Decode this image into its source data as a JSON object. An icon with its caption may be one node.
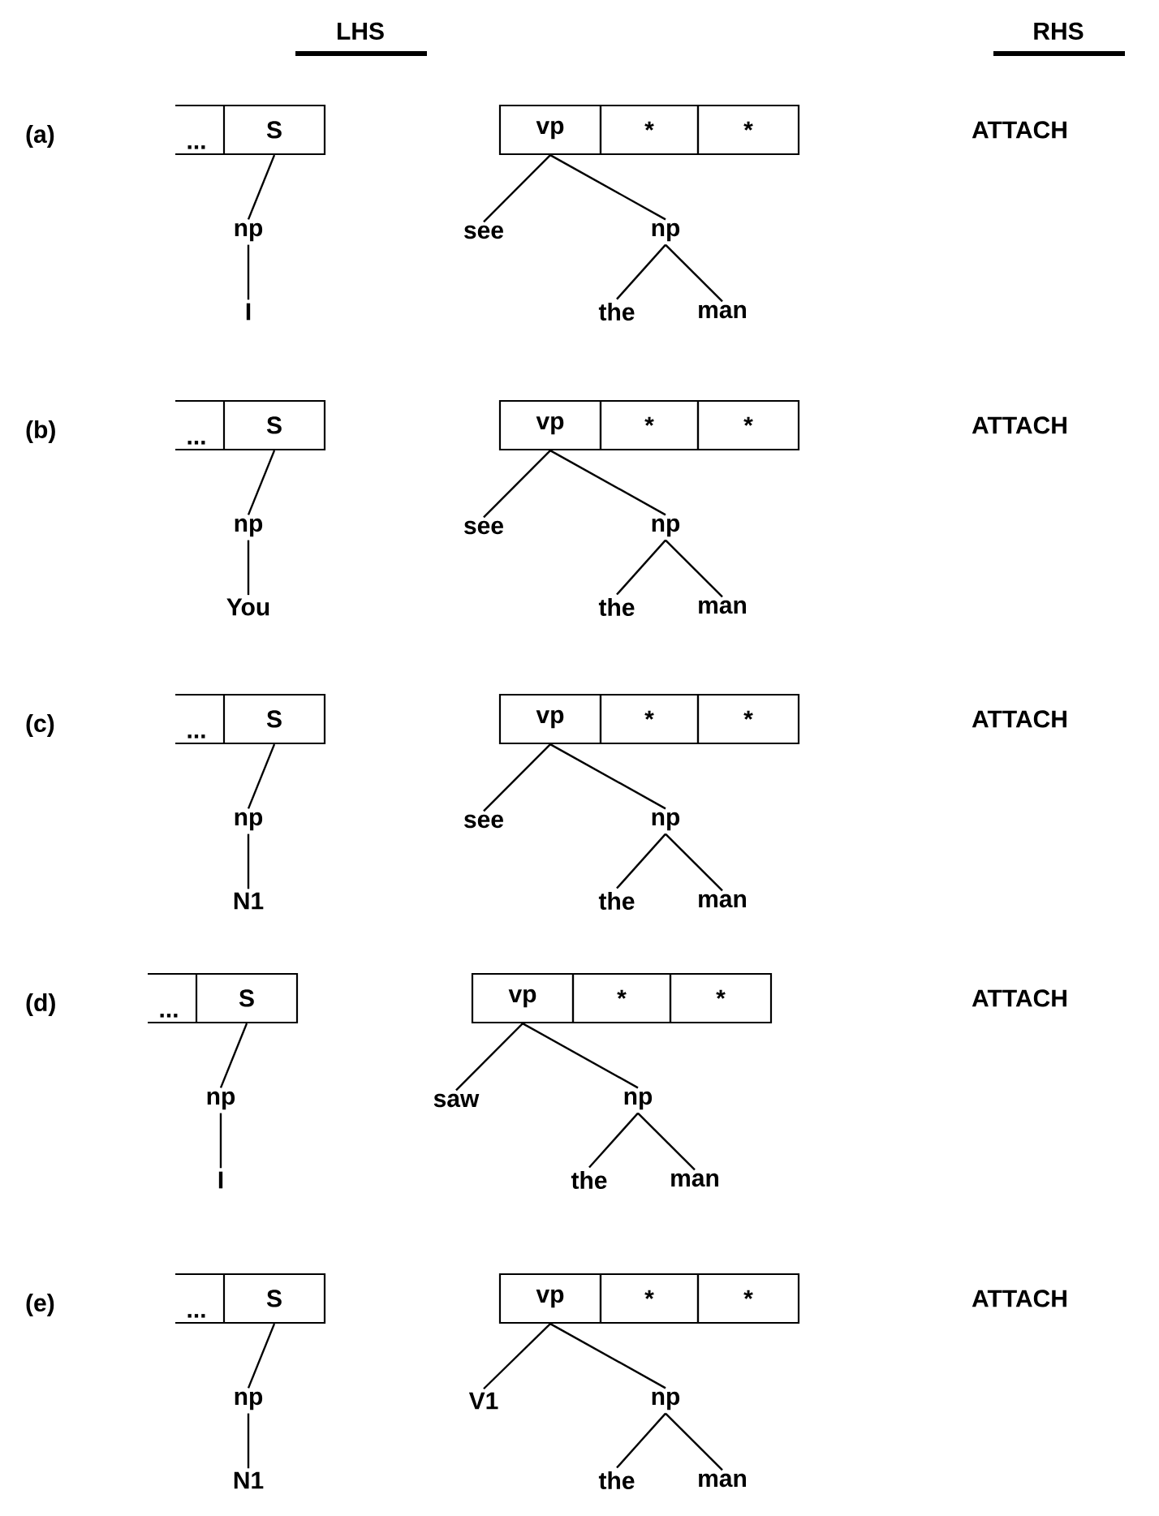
{
  "diagram": {
    "nodes": [
      {
        "text": [
          "..."
        ]
      },
      {
        "text": [
          "S"
        ]
      },
      {
        "text": [
          "np"
        ]
      },
      {
        "text": [
          "I"
        ]
      },
      {
        "text": [
          "vp"
        ]
      },
      {
        "text": [
          "*"
        ]
      },
      {
        "text": [
          "*"
        ]
      },
      {
        "text": [
          "see"
        ]
      },
      {
        "text": [
          "np"
        ]
      },
      {
        "text": [
          "the"
        ]
      },
      {
        "text": [
          "man"
        ]
      },
      {
        "text": [
          "..."
        ]
      },
      {
        "text": [
          "S"
        ]
      },
      {
        "text": [
          "np"
        ]
      },
      {
        "text": [
          "You"
        ]
      },
      {
        "text": [
          "vp"
        ]
      },
      {
        "text": [
          "*"
        ]
      },
      {
        "text": [
          "*"
        ]
      },
      {
        "text": [
          "see"
        ]
      },
      {
        "text": [
          "np"
        ]
      },
      {
        "text": [
          "the"
        ]
      },
      {
        "text": [
          "man"
        ]
      },
      {
        "text": [
          "..."
        ]
      },
      {
        "text": [
          "S"
        ]
      },
      {
        "text": [
          "np"
        ]
      },
      {
        "text": [
          "N1"
        ]
      },
      {
        "text": [
          "vp"
        ]
      },
      {
        "text": [
          "*"
        ]
      },
      {
        "text": [
          "*"
        ]
      },
      {
        "text": [
          "see"
        ]
      },
      {
        "text": [
          "np"
        ]
      },
      {
        "text": [
          "the"
        ]
      },
      {
        "text": [
          "man"
        ]
      },
      {
        "text": [
          "..."
        ]
      },
      {
        "text": [
          "S"
        ]
      },
      {
        "text": [
          "np"
        ]
      },
      {
        "text": [
          "I"
        ]
      },
      {
        "text": [
          "vp"
        ]
      },
      {
        "text": [
          "*"
        ]
      },
      {
        "text": [
          "*"
        ]
      },
      {
        "text": [
          "saw"
        ]
      },
      {
        "text": [
          "np"
        ]
      },
      {
        "text": [
          "the"
        ]
      },
      {
        "text": [
          "man"
        ]
      },
      {
        "text": [
          "..."
        ]
      },
      {
        "text": [
          "S"
        ]
      },
      {
        "text": [
          "np"
        ]
      },
      {
        "text": [
          "N1"
        ]
      },
      {
        "text": [
          "vp"
        ]
      },
      {
        "text": [
          "*"
        ]
      },
      {
        "text": [
          "*"
        ]
      },
      {
        "text": [
          "V1"
        ]
      },
      {
        "text": [
          "np"
        ]
      },
      {
        "text": [
          "the"
        ]
      },
      {
        "text": [
          "man"
        ]
      }
    ],
    "edges": [
      {
        "from": 1,
        "to": 2,
        "arrow": "none"
      },
      {
        "from": 2,
        "to": 3,
        "arrow": "none"
      },
      {
        "from": 4,
        "to": 7,
        "arrow": "none"
      },
      {
        "from": 4,
        "to": 8,
        "arrow": "none"
      },
      {
        "from": 8,
        "to": 9,
        "arrow": "none"
      },
      {
        "from": 8,
        "to": 10,
        "arrow": "none"
      },
      {
        "from": 12,
        "to": 13,
        "arrow": "none"
      },
      {
        "from": 13,
        "to": 14,
        "arrow": "none"
      },
      {
        "from": 15,
        "to": 18,
        "arrow": "none"
      },
      {
        "from": 15,
        "to": 19,
        "arrow": "none"
      },
      {
        "from": 19,
        "to": 20,
        "arrow": "none"
      },
      {
        "from": 19,
        "to": 21,
        "arrow": "none"
      },
      {
        "from": 23,
        "to": 24,
        "arrow": "none"
      },
      {
        "from": 24,
        "to": 25,
        "arrow": "none"
      },
      {
        "from": 26,
        "to": 29,
        "arrow": "none"
      },
      {
        "from": 26,
        "to": 30,
        "arrow": "none"
      },
      {
        "from": 30,
        "to": 31,
        "arrow": "none"
      },
      {
        "from": 30,
        "to": 32,
        "arrow": "none"
      },
      {
        "from": 34,
        "to": 35,
        "arrow": "none"
      },
      {
        "from": 35,
        "to": 36,
        "arrow": "none"
      },
      {
        "from": 37,
        "to": 40,
        "arrow": "none"
      },
      {
        "from": 37,
        "to": 41,
        "arrow": "none"
      },
      {
        "from": 41,
        "to": 42,
        "arrow": "none"
      },
      {
        "from": 41,
        "to": 43,
        "arrow": "none"
      },
      {
        "from": 45,
        "to": 46,
        "arrow": "none"
      },
      {
        "from": 46,
        "to": 47,
        "arrow": "none"
      },
      {
        "from": 48,
        "to": 51,
        "arrow": "none"
      },
      {
        "from": 48,
        "to": 52,
        "arrow": "none"
      },
      {
        "from": 52,
        "to": 53,
        "arrow": "none"
      },
      {
        "from": 52,
        "to": 54,
        "arrow": "none"
      }
    ],
    "labels": [
      "LHS",
      "RHS",
      "(a)",
      "ATTACH",
      "(b)",
      "ATTACH",
      "(c)",
      "ATTACH",
      "(d)",
      "ATTACH",
      "(e)",
      "ATTACH"
    ]
  }
}
